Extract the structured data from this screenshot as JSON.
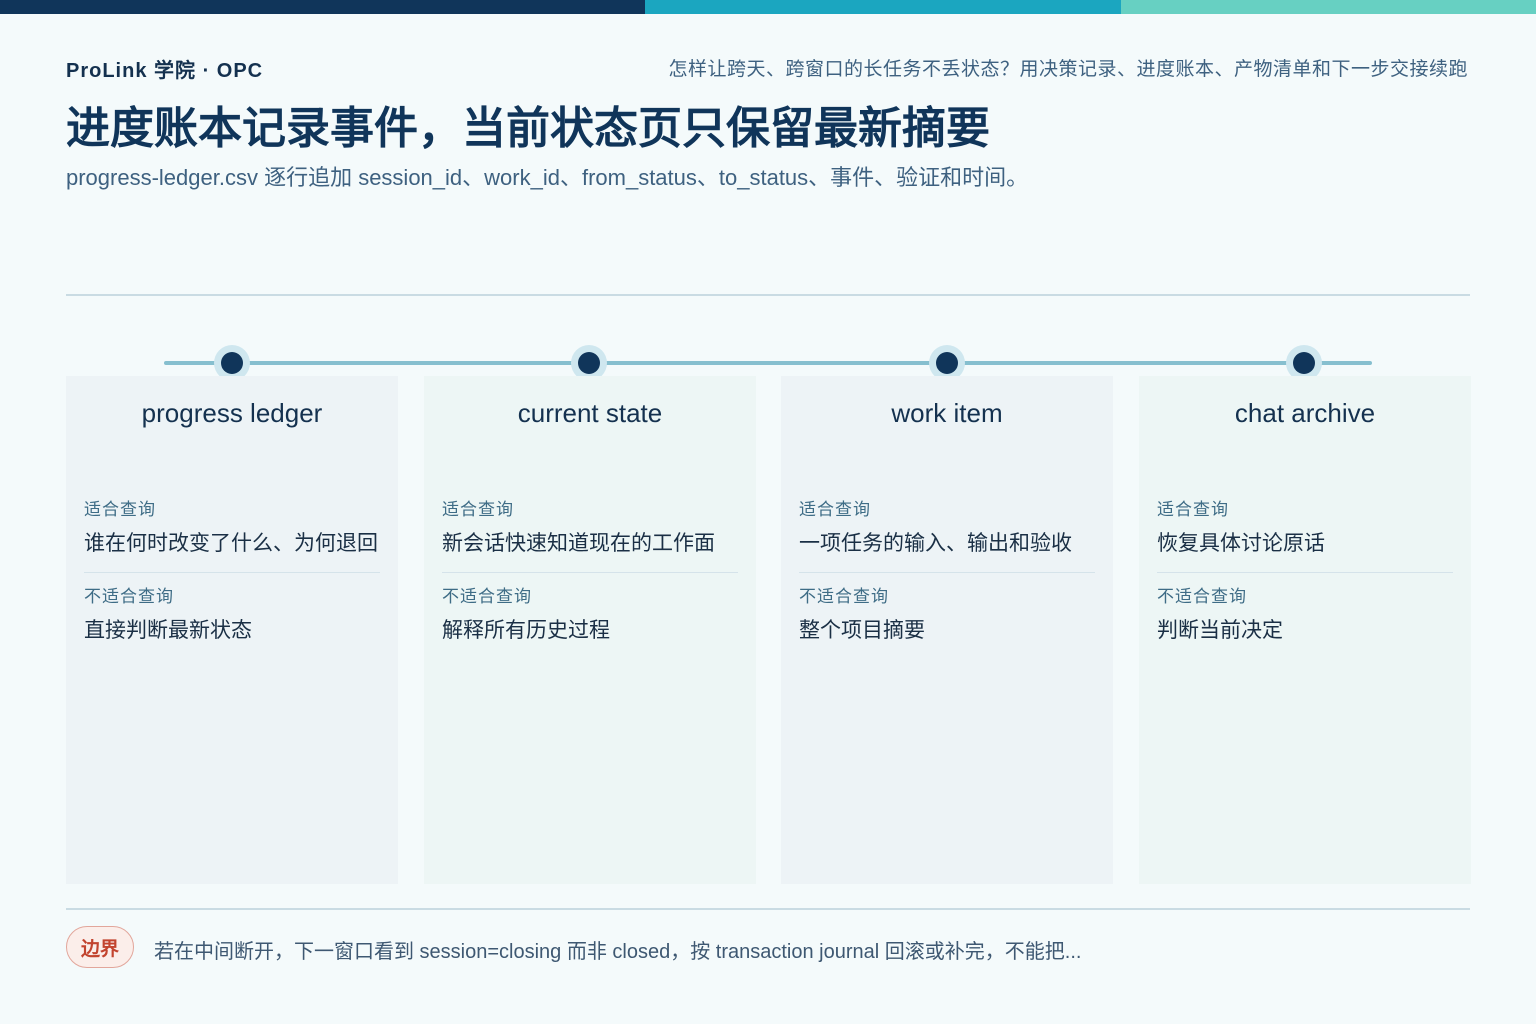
{
  "header": {
    "brand": "ProLink 学院 · OPC",
    "tagline": "怎样让跨天、跨窗口的长任务不丢状态？用决策记录、进度账本、产物清单和下一步交接续跑",
    "title": "进度账本记录事件，当前状态页只保留最新摘要",
    "subtitle": "progress-ledger.csv 逐行追加 session_id、work_id、from_status、to_status、事件、验证和时间。"
  },
  "colors": {
    "navy": "#10355a",
    "teal": "#1ba6c0",
    "mint": "#67d0c2",
    "badge_red": "#c2442f"
  },
  "cards": [
    {
      "title": "progress ledger",
      "fit_label": "适合查询",
      "fit_text": "谁在何时改变了什么、为何退回",
      "unfit_label": "不适合查询",
      "unfit_text": "直接判断最新状态"
    },
    {
      "title": "current state",
      "fit_label": "适合查询",
      "fit_text": "新会话快速知道现在的工作面",
      "unfit_label": "不适合查询",
      "unfit_text": "解释所有历史过程"
    },
    {
      "title": "work item",
      "fit_label": "适合查询",
      "fit_text": "一项任务的输入、输出和验收",
      "unfit_label": "不适合查询",
      "unfit_text": "整个项目摘要"
    },
    {
      "title": "chat archive",
      "fit_label": "适合查询",
      "fit_text": "恢复具体讨论原话",
      "unfit_label": "不适合查询",
      "unfit_text": "判断当前决定"
    }
  ],
  "footer": {
    "badge": "边界",
    "note": "若在中间断开，下一窗口看到 session=closing 而非 closed，按 transaction journal 回滚或补完，不能把..."
  }
}
